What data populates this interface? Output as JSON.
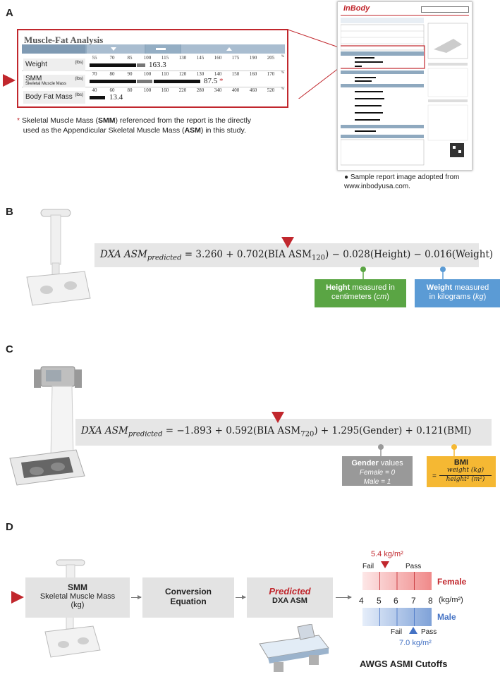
{
  "panels": {
    "a": "A",
    "b": "B",
    "c": "C",
    "d": "D"
  },
  "mfa": {
    "title": "Muscle-Fat Analysis",
    "rows": [
      {
        "label": "Weight",
        "sublabel": "",
        "unit": "(lbs)",
        "ticks": [
          "55",
          "70",
          "85",
          "100",
          "115",
          "130",
          "145",
          "160",
          "175",
          "190",
          "205"
        ],
        "tick_unit": "%",
        "value": "163.3",
        "fill_fraction": 0.33
      },
      {
        "label": "SMM",
        "sublabel": "Skeletal Muscle Mass",
        "unit": "(lbs)",
        "ticks": [
          "70",
          "80",
          "90",
          "100",
          "110",
          "120",
          "130",
          "140",
          "150",
          "160",
          "170"
        ],
        "tick_unit": "%",
        "value": "87.5",
        "fill_fraction": 0.58
      },
      {
        "label": "Body Fat Mass",
        "sublabel": "",
        "unit": "(lbs)",
        "ticks": [
          "40",
          "60",
          "80",
          "100",
          "160",
          "220",
          "280",
          "340",
          "400",
          "460",
          "520"
        ],
        "tick_unit": "%",
        "value": "13.4",
        "fill_fraction": 0.09
      }
    ],
    "asterisk": "*"
  },
  "footnote": {
    "star": "*",
    "t1": "Skeletal Muscle Mass (",
    "b1": "SMM",
    "t2": ") referenced from the report is the directly",
    "t3": "used as the Appendicular Skeletal Muscle Mass (",
    "b2": "ASM",
    "t4": ") in this study."
  },
  "report": {
    "brand": "InBody",
    "caption_line1": "Sample report image adopted from",
    "caption_line2": "www.inbodyusa.com."
  },
  "eq_b": {
    "lhs": "DXA ASM",
    "lhs_sub": "predicted",
    "eq": " = 3.260 + 0.702(BIA ASM",
    "asm_sub": "120",
    "rest": ") − 0.028(Height) − 0.016(Weight)",
    "height_note_bold": "Height",
    "height_note": " measured in",
    "height_note2": "centimeters (",
    "height_unit": "cm",
    "height_close": ")",
    "weight_note_bold": "Weight",
    "weight_note": " measured",
    "weight_note2": "in kilograms (",
    "weight_unit": "kg",
    "weight_close": ")",
    "green": "#5aa544",
    "blue": "#5b9bd5"
  },
  "eq_c": {
    "lhs": "DXA ASM",
    "lhs_sub": "predicted",
    "eq": " = −1.893 + 0.592(BIA ASM",
    "asm_sub": "720",
    "rest": ") + 1.295(Gender) + 0.121(BMI)",
    "gender_bold": "Gender",
    "gender_rest": " values",
    "female": "Female = 0",
    "male": "Male = 1",
    "bmi_title": "BMI",
    "bmi_eq": "=",
    "bmi_num": "weight (kg)",
    "bmi_den": "height² (m²)",
    "gray": "#999999",
    "yellow": "#f5b833"
  },
  "flow": {
    "smm_title": "SMM",
    "smm_sub1": "Skeletal Muscle Mass",
    "smm_sub2": "(kg)",
    "conv1": "Conversion",
    "conv2": "Equation",
    "pred1": "Predicted",
    "pred2": "DXA ASM"
  },
  "cutoffs": {
    "female_value": "5.4 kg/m²",
    "male_value": "7.0 kg/m²",
    "fail": "Fail",
    "pass": "Pass",
    "female": "Female",
    "male": "Male",
    "scale": [
      "4",
      "5",
      "6",
      "7",
      "8"
    ],
    "unit": "(kg/m²)",
    "caption": "AWGS ASMI Cutoffs",
    "red": "#c1272d",
    "blue": "#4472c4"
  }
}
